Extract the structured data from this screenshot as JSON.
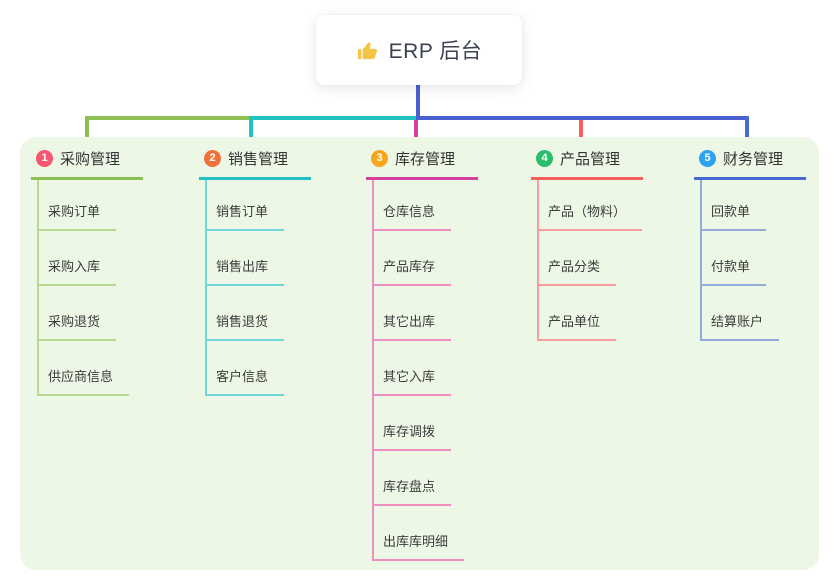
{
  "root": {
    "title": "ERP 后台",
    "icon": "thumbs-up-icon",
    "icon_color": "#f6c445",
    "connector_color": "#4a5fd2"
  },
  "panel_color": "#edf7e6",
  "branches": [
    {
      "badge": "1",
      "title": "采购管理",
      "color": "#8cc152",
      "light_color": "#b7da92",
      "badge_color": "#f6566f",
      "children": [
        "采购订单",
        "采购入库",
        "采购退货",
        "供应商信息"
      ]
    },
    {
      "badge": "2",
      "title": "销售管理",
      "color": "#23c2c2",
      "light_color": "#72d6d6",
      "badge_color": "#f0713c",
      "children": [
        "销售订单",
        "销售出库",
        "销售退货",
        "客户信息"
      ]
    },
    {
      "badge": "3",
      "title": "库存管理",
      "color": "#d2419e",
      "light_color": "#ee8fc0",
      "badge_color": "#f9a51b",
      "children": [
        "仓库信息",
        "产品库存",
        "其它出库",
        "其它入库",
        "库存调拨",
        "库存盘点",
        "出库库明细"
      ]
    },
    {
      "badge": "4",
      "title": "产品管理",
      "color": "#f75f5f",
      "light_color": "#f99e9c",
      "badge_color": "#2bbd6b",
      "children": [
        "产品（物料）",
        "产品分类",
        "产品单位"
      ]
    },
    {
      "badge": "5",
      "title": "财务管理",
      "color": "#4769d4",
      "light_color": "#93aadd",
      "badge_color": "#2da3f0",
      "children": [
        "回款单",
        "付款单",
        "结算账户"
      ]
    }
  ]
}
